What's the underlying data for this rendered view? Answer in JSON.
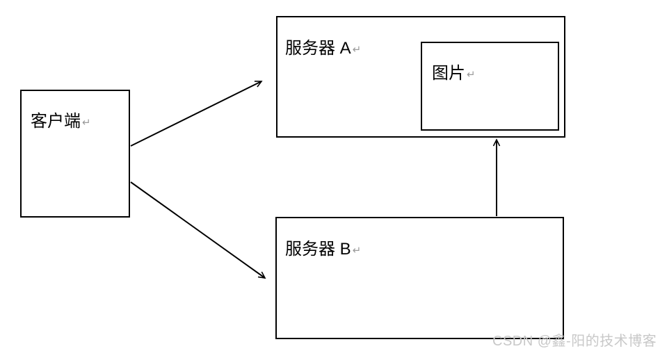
{
  "diagram": {
    "return_mark": "↵",
    "nodes": {
      "client": {
        "label": "客户端"
      },
      "server_a": {
        "label": "服务器 A"
      },
      "image": {
        "label": "图片"
      },
      "server_b": {
        "label": "服务器 B"
      }
    },
    "edges": [
      {
        "from": "client",
        "to": "server_a",
        "arrowhead": "open",
        "direction": "up-right"
      },
      {
        "from": "client",
        "to": "server_b",
        "arrowhead": "open",
        "direction": "down-right"
      },
      {
        "from": "server_b",
        "to": "image",
        "arrowhead": "open",
        "direction": "up"
      }
    ],
    "colors": {
      "line": "#000000",
      "box_border": "#000000",
      "background": "#ffffff",
      "return_mark": "#9a9a9a",
      "watermark": "#c8c8c8"
    }
  },
  "watermark": {
    "text": "CSDN @鑫-阳的技术博客"
  }
}
